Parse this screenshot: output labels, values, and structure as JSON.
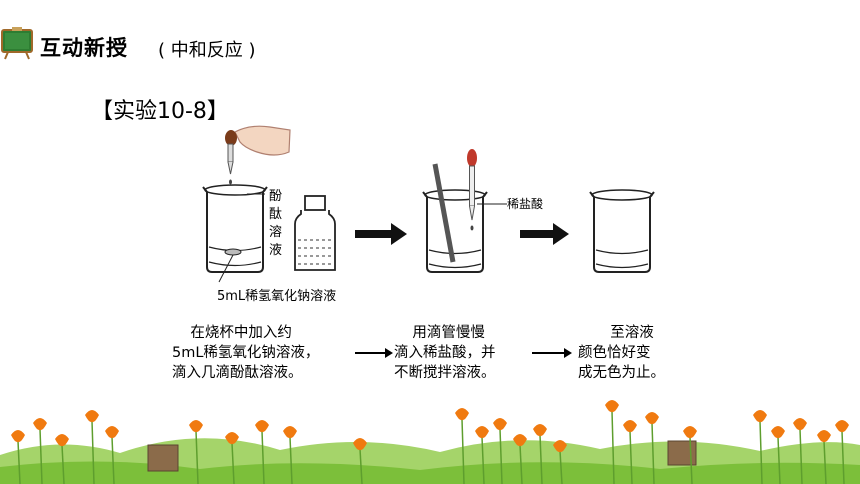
{
  "header": {
    "title": "互动新授",
    "subtitle": "( 中和反应 )",
    "icon": "chalkboard-icon"
  },
  "experiment": {
    "label": "【实验10-8】"
  },
  "diagram": {
    "phenolphthalein_label": [
      "酚",
      "酞",
      "溶",
      "液"
    ],
    "naoh_label": "5mL稀氢氧化钠溶液",
    "hcl_label": "稀盐酸"
  },
  "steps": [
    {
      "text": "    在烧杯中加入约\n5mL稀氢氧化钠溶液，\n滴入几滴酚酞溶液。"
    },
    {
      "text": "    用滴管慢慢\n滴入稀盐酸，并\n不断搅拌溶液。"
    },
    {
      "text": "       至溶液\n颜色恰好变\n成无色为止。"
    }
  ],
  "colors": {
    "flower": "#f07a10",
    "grass": "#8cc63f",
    "board": "#2e7d32"
  }
}
